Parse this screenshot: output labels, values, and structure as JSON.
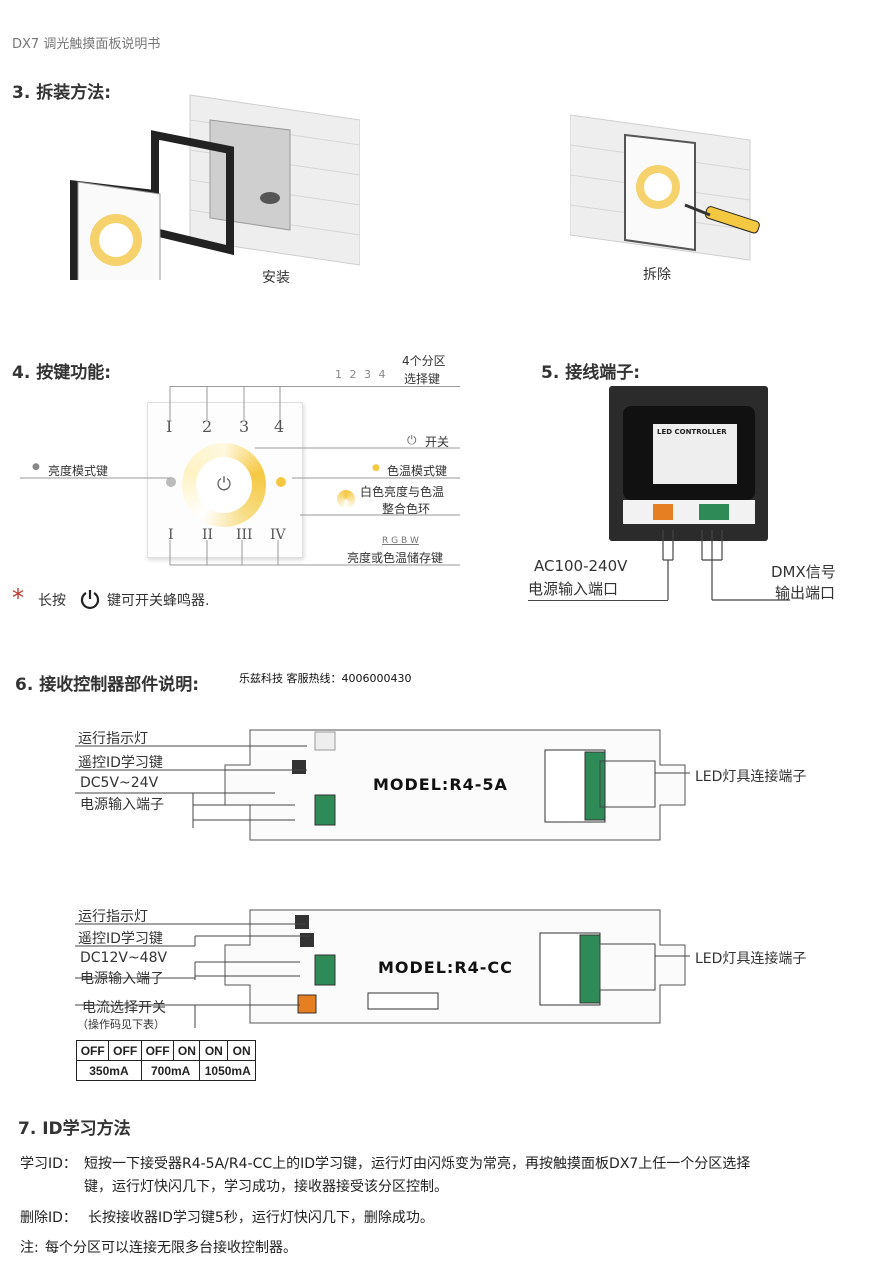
{
  "doc_title": "DX7 调光触摸面板说明书",
  "sec3": {
    "title": "3. 拆装方法:",
    "install": "安装",
    "remove": "拆除"
  },
  "sec4": {
    "title": "4. 按键功能:",
    "zone_digits": "1 2 3 4",
    "zone_label_1": "4个分区",
    "zone_label_2": "选择键",
    "power": "开关",
    "brightness_mode": "亮度模式键",
    "ct_mode": "色温模式键",
    "ring_1": "白色亮度与色温",
    "ring_2": "整合色环",
    "rgbw": "R G B W",
    "store": "亮度或色温储存键",
    "zone_numerals": [
      "I",
      "2",
      "3",
      "4"
    ],
    "scene_numerals": [
      "I",
      "II",
      "III",
      "IV"
    ],
    "ring_center": "⏻",
    "note_star": "*",
    "note_pre": "长按",
    "note_post": "键可开关蜂鸣器.",
    "power_icon": "power-icon"
  },
  "sec5": {
    "title": "5. 接线端子:",
    "controller_label": "LED CONTROLLER",
    "ac_1": "AC100-240V",
    "ac_2": "电源输入端口",
    "dmx_1": "DMX信号",
    "dmx_2": "输出端口"
  },
  "sec6": {
    "title": "6. 接收控制器部件说明:",
    "company": "乐兹科技 客服热线：4006000430",
    "r45a": {
      "run": "运行指示灯",
      "learn": "遥控ID学习键",
      "dc": "DC5V~24V",
      "power_in": "电源输入端子",
      "model": "MODEL:R4-5A",
      "led_out": "LED灯具连接端子"
    },
    "r4cc": {
      "run": "运行指示灯",
      "learn": "遥控ID学习键",
      "dc": "DC12V~48V",
      "power_in": "电源输入端子",
      "current_sw": "电流选择开关",
      "current_note": "（操作码见下表）",
      "model": "MODEL:R4-CC",
      "led_out": "LED灯具连接端子"
    },
    "codes_row": [
      "OFF",
      "OFF",
      "OFF",
      "ON",
      "ON",
      "ON"
    ],
    "currents": [
      "350mA",
      "700mA",
      "1050mA"
    ]
  },
  "sec7": {
    "title": "7. ID学习方法",
    "learn_label": "学习ID：",
    "learn_text_1": "短按一下接受器R4-5A/R4-CC上的ID学习键，运行灯由闪烁变为常亮，再按触摸面板DX7上任一个分区选择",
    "learn_text_2": "键，运行灯快闪几下，学习成功，接收器接受该分区控制。",
    "delete_label": "删除ID：",
    "delete_text": "长按接收器ID学习键5秒，运行灯快闪几下，删除成功。",
    "note_label": "注:",
    "note_text": "每个分区可以连接无限多台接收控制器。"
  },
  "colors": {
    "warm": "#f5c842",
    "accent": "#c0392b",
    "dark": "#2a2a2a"
  }
}
